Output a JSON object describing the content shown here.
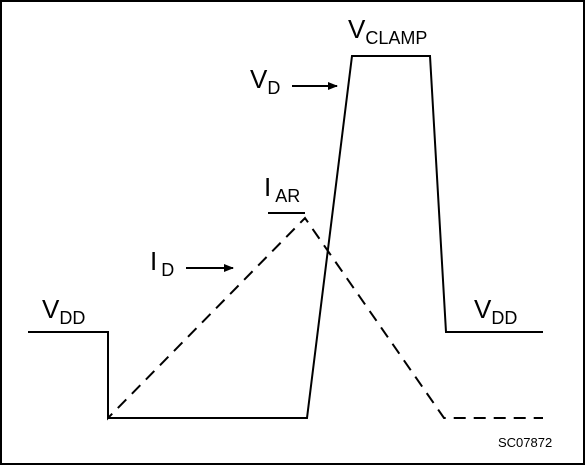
{
  "diagram": {
    "colors": {
      "line": "#000000",
      "background": "#ffffff"
    },
    "labels": {
      "vdd_left": {
        "main": "V",
        "sub": "DD"
      },
      "vd": {
        "main": "V",
        "sub": "D"
      },
      "vclamp": {
        "main": "V",
        "sub": "CLAMP"
      },
      "iar": {
        "main": "I",
        "sub": "AR"
      },
      "id": {
        "main": "I",
        "sub": "D"
      },
      "vdd_right": {
        "main": "V",
        "sub": "DD"
      }
    },
    "figure_code": "SC07872"
  }
}
